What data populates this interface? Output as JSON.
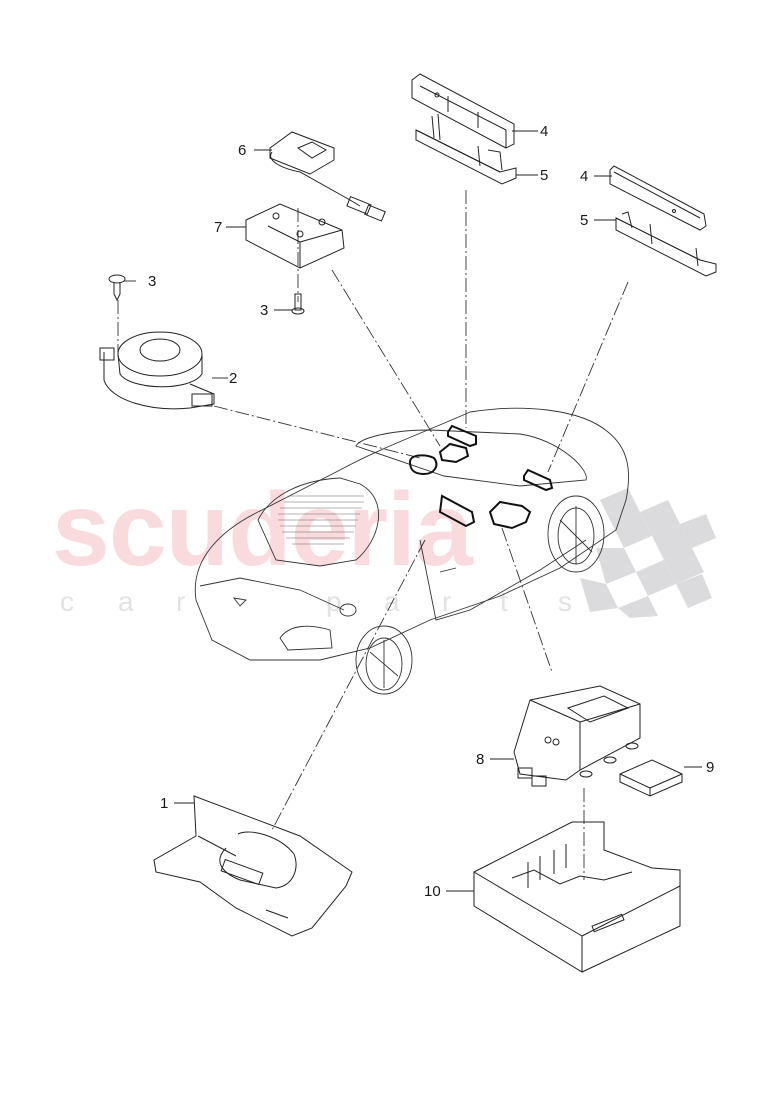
{
  "diagram": {
    "type": "exploded-parts-diagram",
    "subject": "convertible car roof electronics / antenna and speaker components",
    "callouts": [
      {
        "id": "c1",
        "label": "1",
        "part": "trim cover / console panel"
      },
      {
        "id": "c2",
        "label": "2",
        "part": "loudspeaker"
      },
      {
        "id": "c3a",
        "label": "3",
        "part": "screw (speaker)"
      },
      {
        "id": "c3b",
        "label": "3",
        "part": "screw (bracket)"
      },
      {
        "id": "c4a",
        "label": "4",
        "part": "antenna module (center)"
      },
      {
        "id": "c5a",
        "label": "5",
        "part": "antenna bracket (center)"
      },
      {
        "id": "c4b",
        "label": "4",
        "part": "antenna module (rear)"
      },
      {
        "id": "c5b",
        "label": "5",
        "part": "antenna bracket (rear)"
      },
      {
        "id": "c6",
        "label": "6",
        "part": "control unit with cable"
      },
      {
        "id": "c7",
        "label": "7",
        "part": "mounting bracket"
      },
      {
        "id": "c8",
        "label": "8",
        "part": "control unit"
      },
      {
        "id": "c9",
        "label": "9",
        "part": "pad"
      },
      {
        "id": "c10",
        "label": "10",
        "part": "foam insert / tray"
      }
    ]
  },
  "watermark": {
    "main_text": "scuderia",
    "sub_letters": [
      "c",
      "a",
      "r",
      "p",
      "a",
      "r",
      "t",
      "s"
    ],
    "main_color": "#e85a64",
    "sub_color": "#96969b",
    "flag_color": "#c8c8cc"
  }
}
